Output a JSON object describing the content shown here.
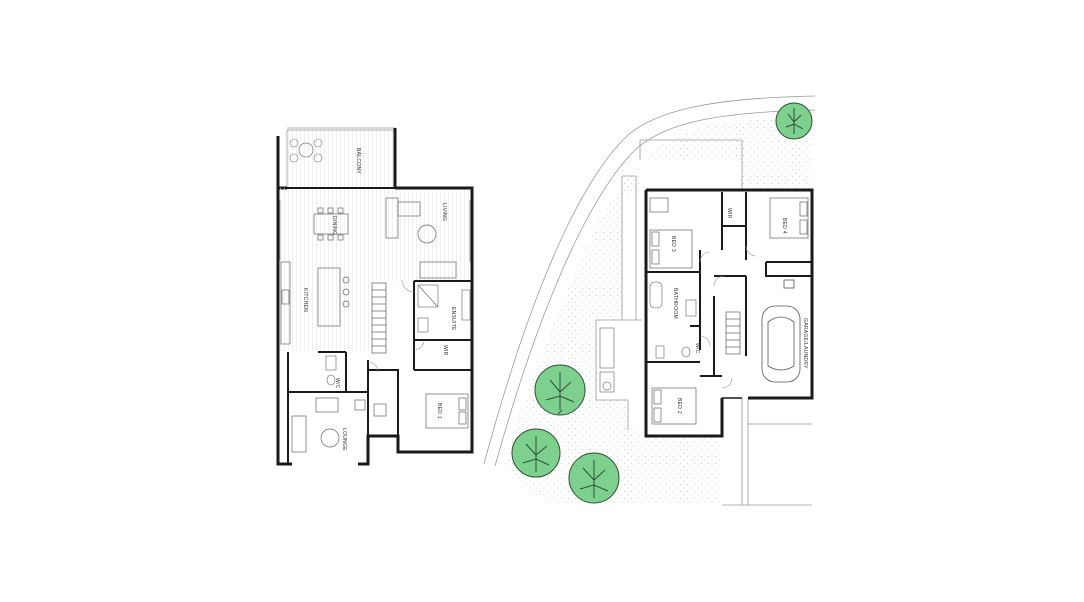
{
  "upper_floor": {
    "rooms": {
      "balcony": "BALCONY",
      "living": "LIVING",
      "dining": "DINING",
      "kitchen": "KITCHEN",
      "ensuite": "ENSUITE",
      "wir": "WIR",
      "wc": "W/C",
      "bed1": "BED 1",
      "lounge": "LOUNGE"
    }
  },
  "ground_floor": {
    "rooms": {
      "bed3": "BED 3",
      "bed4": "BED 4",
      "wir": "WIR",
      "bathroom": "BATHROOM",
      "wc": "W/C",
      "bed2": "BED 2",
      "garage": "GARAGE/LAUNDRY"
    }
  },
  "colors": {
    "wall": "#1a1a1a",
    "thin_line": "#9a9a9a",
    "tree_fill": "#7ed08f",
    "tree_stroke": "#2f4f35",
    "ground_dots": "#b5b5b5",
    "floor_boards": "#e6e6e6"
  }
}
